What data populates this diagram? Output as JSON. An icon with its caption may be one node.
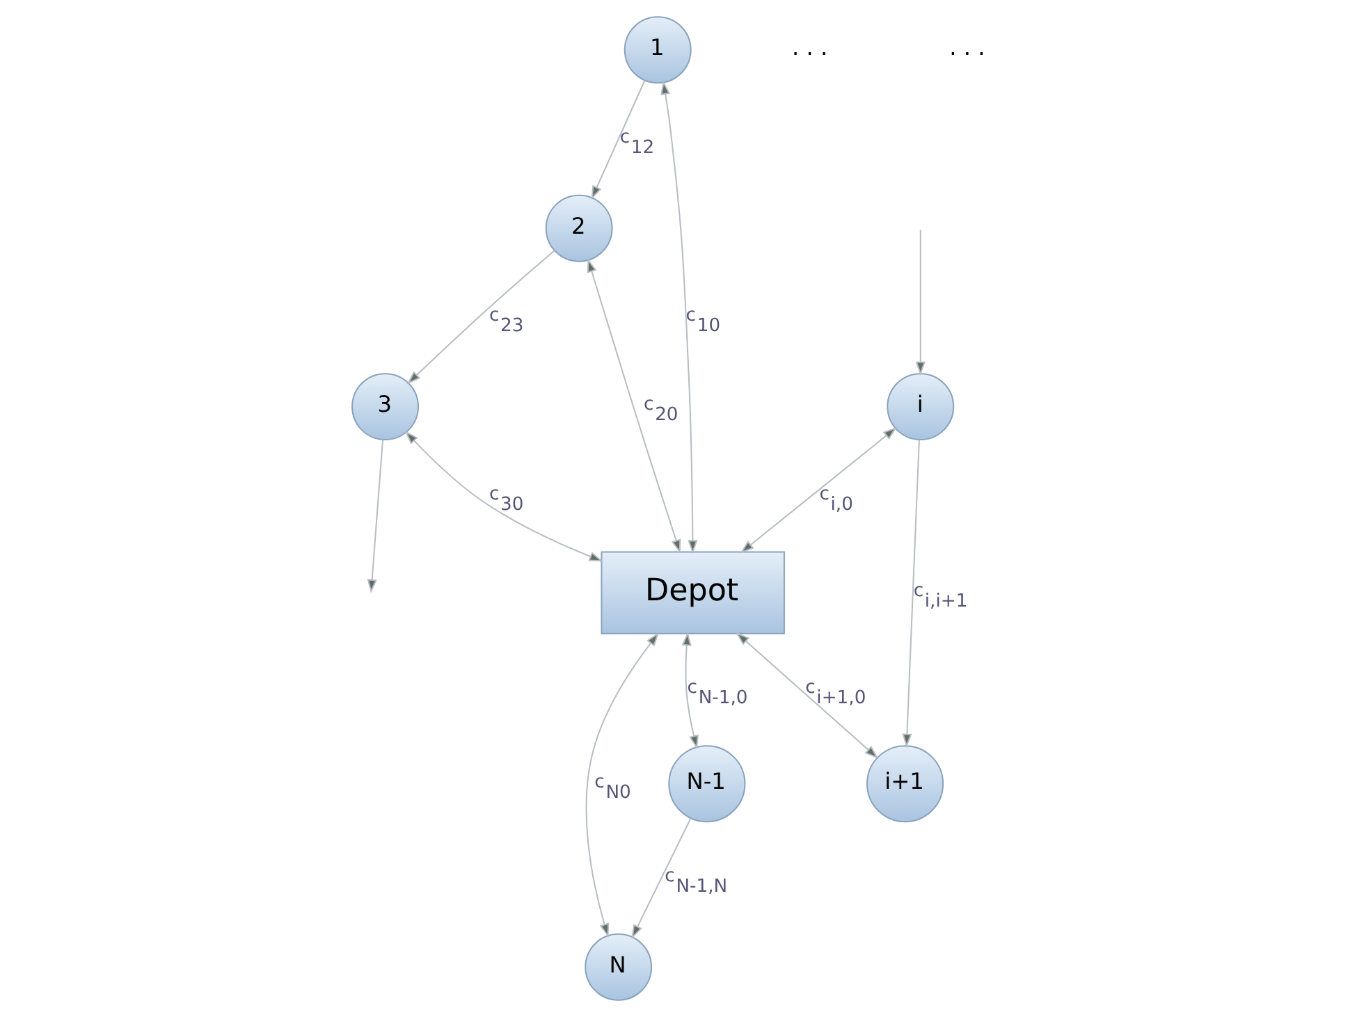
{
  "diagram": {
    "nodes": [
      {
        "text": [
          "1"
        ]
      },
      {
        "text": [
          "2"
        ]
      },
      {
        "text": [
          "3"
        ]
      },
      {
        "text": [
          "i"
        ]
      },
      {
        "text": [
          "i+1"
        ]
      },
      {
        "text": [
          "Depot"
        ]
      },
      {
        "text": [
          "N"
        ]
      },
      {
        "text": [
          "N-1"
        ]
      }
    ],
    "edges": [
      {
        "from": 0,
        "to": 1,
        "arrow": "to",
        "label": "c$_{12}$"
      },
      {
        "from": 1,
        "to": 2,
        "arrow": "to",
        "label": "c$_{23}$"
      },
      {
        "from": 2,
        "to": null,
        "arrow": "to"
      },
      {
        "from": null,
        "to": 3,
        "arrow": "to"
      },
      {
        "from": 3,
        "to": 4,
        "arrow": "to",
        "label": "c$_{i,i+1}$"
      },
      {
        "from": 0,
        "to": 5,
        "arrow": "both",
        "label": "c$_{10}$"
      },
      {
        "from": 1,
        "to": 5,
        "arrow": "both",
        "label": "c$_{20}$"
      },
      {
        "from": 2,
        "to": 5,
        "arrow": "both",
        "label": "c$_{30}$"
      },
      {
        "from": 3,
        "to": 5,
        "arrow": "both",
        "label": "c$_{i,0}$"
      },
      {
        "from": 5,
        "to": 4,
        "arrow": "both",
        "label": "c$_{i+1,0}$"
      },
      {
        "from": 5,
        "to": 6,
        "arrow": "both",
        "label": "c$_{N0}$"
      },
      {
        "from": 5,
        "to": 7,
        "arrow": "both",
        "label": "c$_{N-1,0}$"
      },
      {
        "from": 7,
        "to": 6,
        "arrow": "to",
        "label": "c$_{N-1,N}$"
      }
    ],
    "labels": [
      ". . .",
      ". . ."
    ]
  }
}
